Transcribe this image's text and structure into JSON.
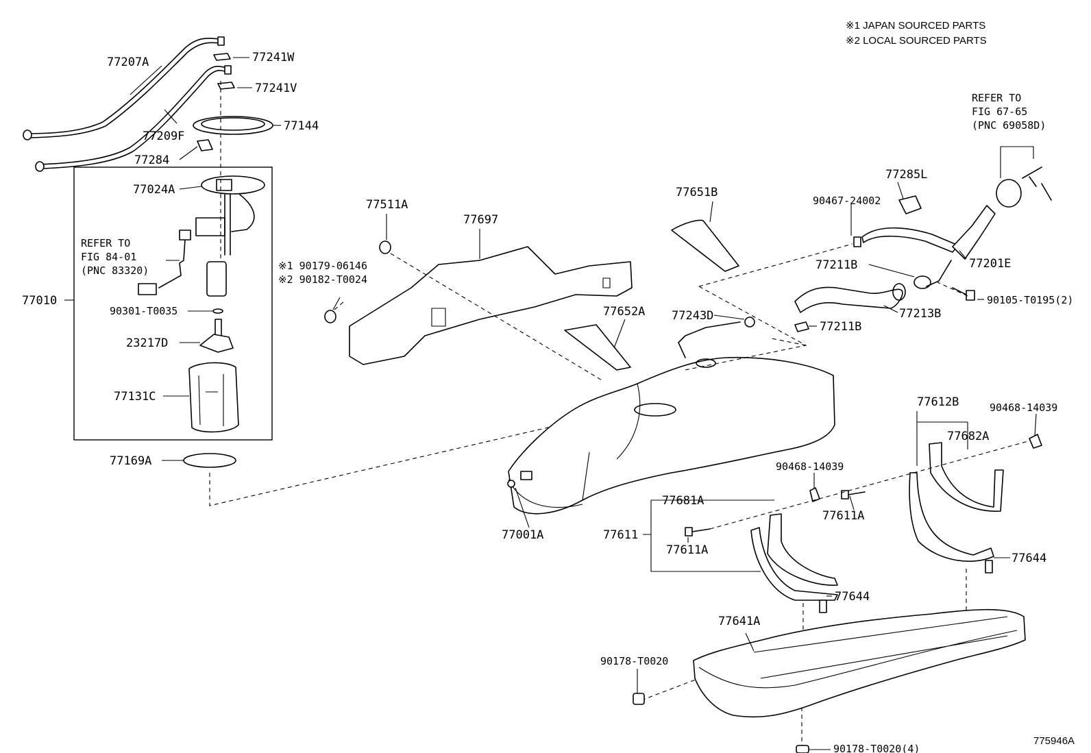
{
  "notes": {
    "japan": "※1 JAPAN SOURCED PARTS",
    "local": "※2 LOCAL SOURCED PARTS"
  },
  "figure_id": "775946A",
  "refer": {
    "cap_line1": "REFER TO",
    "cap_line2": "FIG 67-65",
    "cap_line3": "(PNC 69058D)",
    "gauge_line1": "REFER TO",
    "gauge_line2": "FIG 84-01",
    "gauge_line3": "(PNC 83320)"
  },
  "labels": {
    "p77207A": "77207A",
    "p77241W": "77241W",
    "p77241V": "77241V",
    "p77144": "77144",
    "p77209F": "77209F",
    "p77284": "77284",
    "p77024A": "77024A",
    "p77010": "77010",
    "p90301": "90301-T0035",
    "p23217D": "23217D",
    "p77131C": "77131C",
    "p77169A": "77169A",
    "p77511A": "77511A",
    "p77697": "77697",
    "p90179": "※1 90179-06146",
    "p90182": "※2 90182-T0024",
    "p77651B": "77651B",
    "p77652A": "77652A",
    "p77243D": "77243D",
    "p77285L": "77285L",
    "p90467": "90467-24002",
    "p77211B_a": "77211B",
    "p77211B_b": "77211B",
    "p77201E": "77201E",
    "p77213B": "77213B",
    "p90105": "90105-T0195(2)",
    "p77001A": "77001A",
    "p90468_a": "90468-14039",
    "p90468_b": "90468-14039",
    "p77612B": "77612B",
    "p77682A": "77682A",
    "p77681A": "77681A",
    "p77611": "77611",
    "p77611A_a": "77611A",
    "p77611A_b": "77611A",
    "p77644_a": "77644",
    "p77644_b": "77644",
    "p77641A": "77641A",
    "p90178_a": "90178-T0020",
    "p90178_b": "90178-T0020(4)"
  }
}
